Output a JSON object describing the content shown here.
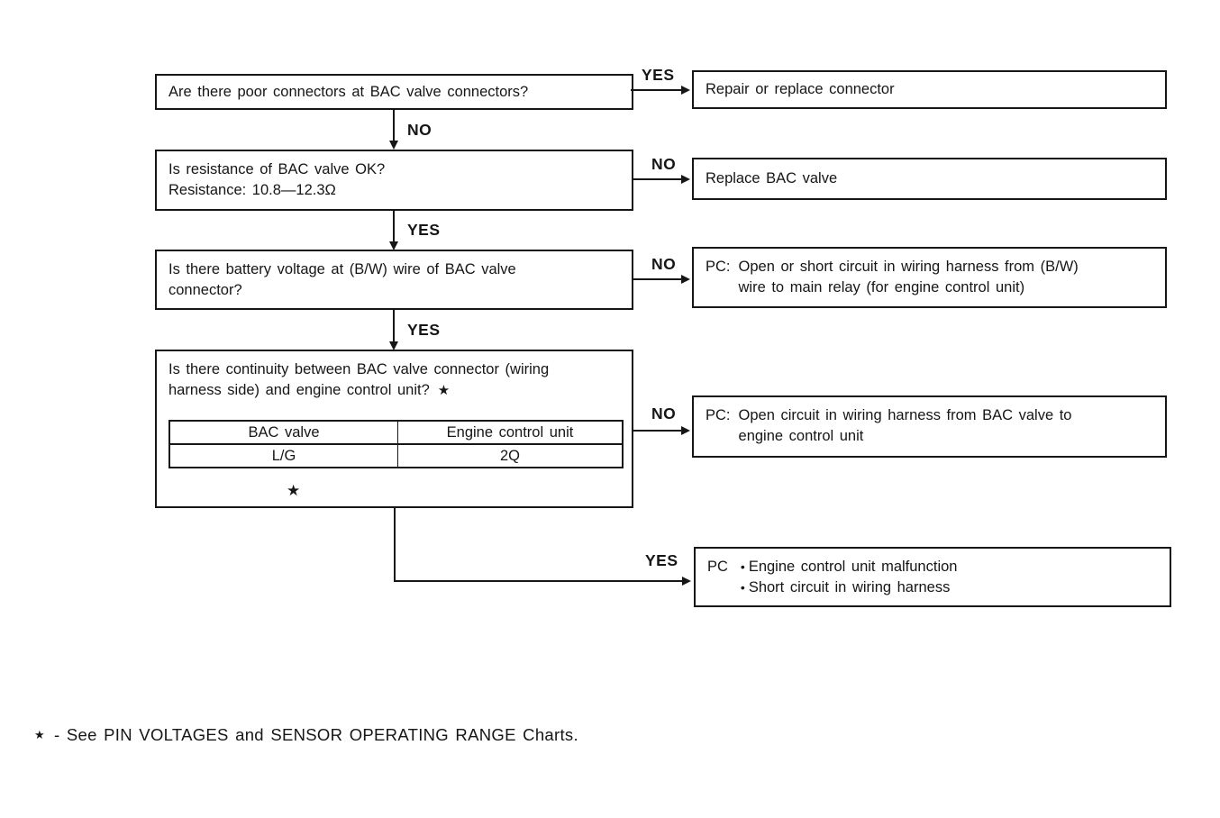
{
  "glyphs": {
    "bullet": "•",
    "star": "★"
  },
  "steps": {
    "step1": {
      "question": "Are there poor connectors at BAC valve connectors?",
      "yes_label": "YES",
      "no_label": "NO",
      "yes_action": "Repair or replace connector"
    },
    "step2": {
      "question_line1": "Is resistance of BAC valve OK?",
      "question_line2": "Resistance: 10.8—12.3Ω",
      "no_label": "NO",
      "yes_label": "YES",
      "no_action": "Replace BAC valve"
    },
    "step3": {
      "question_line1": "Is there battery voltage at (B/W) wire of BAC valve",
      "question_line2": "connector?",
      "no_label": "NO",
      "yes_label": "YES",
      "no_action_prefix": "PC:",
      "no_action_line1": "Open or short circuit in wiring harness from (B/W)",
      "no_action_line2": "wire to main relay (for engine control unit)"
    },
    "step4": {
      "question_line1": "Is there continuity between BAC valve connector (wiring",
      "question_line2": "harness side) and engine control unit?",
      "table": {
        "col1_header": "BAC valve",
        "col2_header": "Engine control unit",
        "col1_value": "L/G",
        "col2_value": "2Q"
      },
      "no_label": "NO",
      "yes_label": "YES",
      "no_action_prefix": "PC:",
      "no_action_line1": "Open circuit in wiring harness from BAC valve to",
      "no_action_line2": "engine control unit",
      "yes_action_prefix": "PC",
      "yes_action_bullets": [
        "Engine control unit malfunction",
        "Short circuit in wiring harness"
      ]
    }
  },
  "footnote": {
    "star": "★",
    "text": "- See PIN VOLTAGES and SENSOR OPERATING RANGE Charts."
  }
}
